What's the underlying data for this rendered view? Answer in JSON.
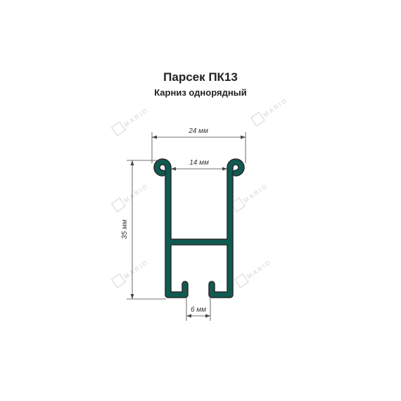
{
  "title": "Парсек ПК13",
  "subtitle": "Карниз однорядный",
  "profile_color": "#0e5b52",
  "dimensions": {
    "width_total": "24 мм",
    "width_inner": "14 мм",
    "height": "35 мм",
    "slot": "6 мм"
  },
  "watermark": "MARIO"
}
